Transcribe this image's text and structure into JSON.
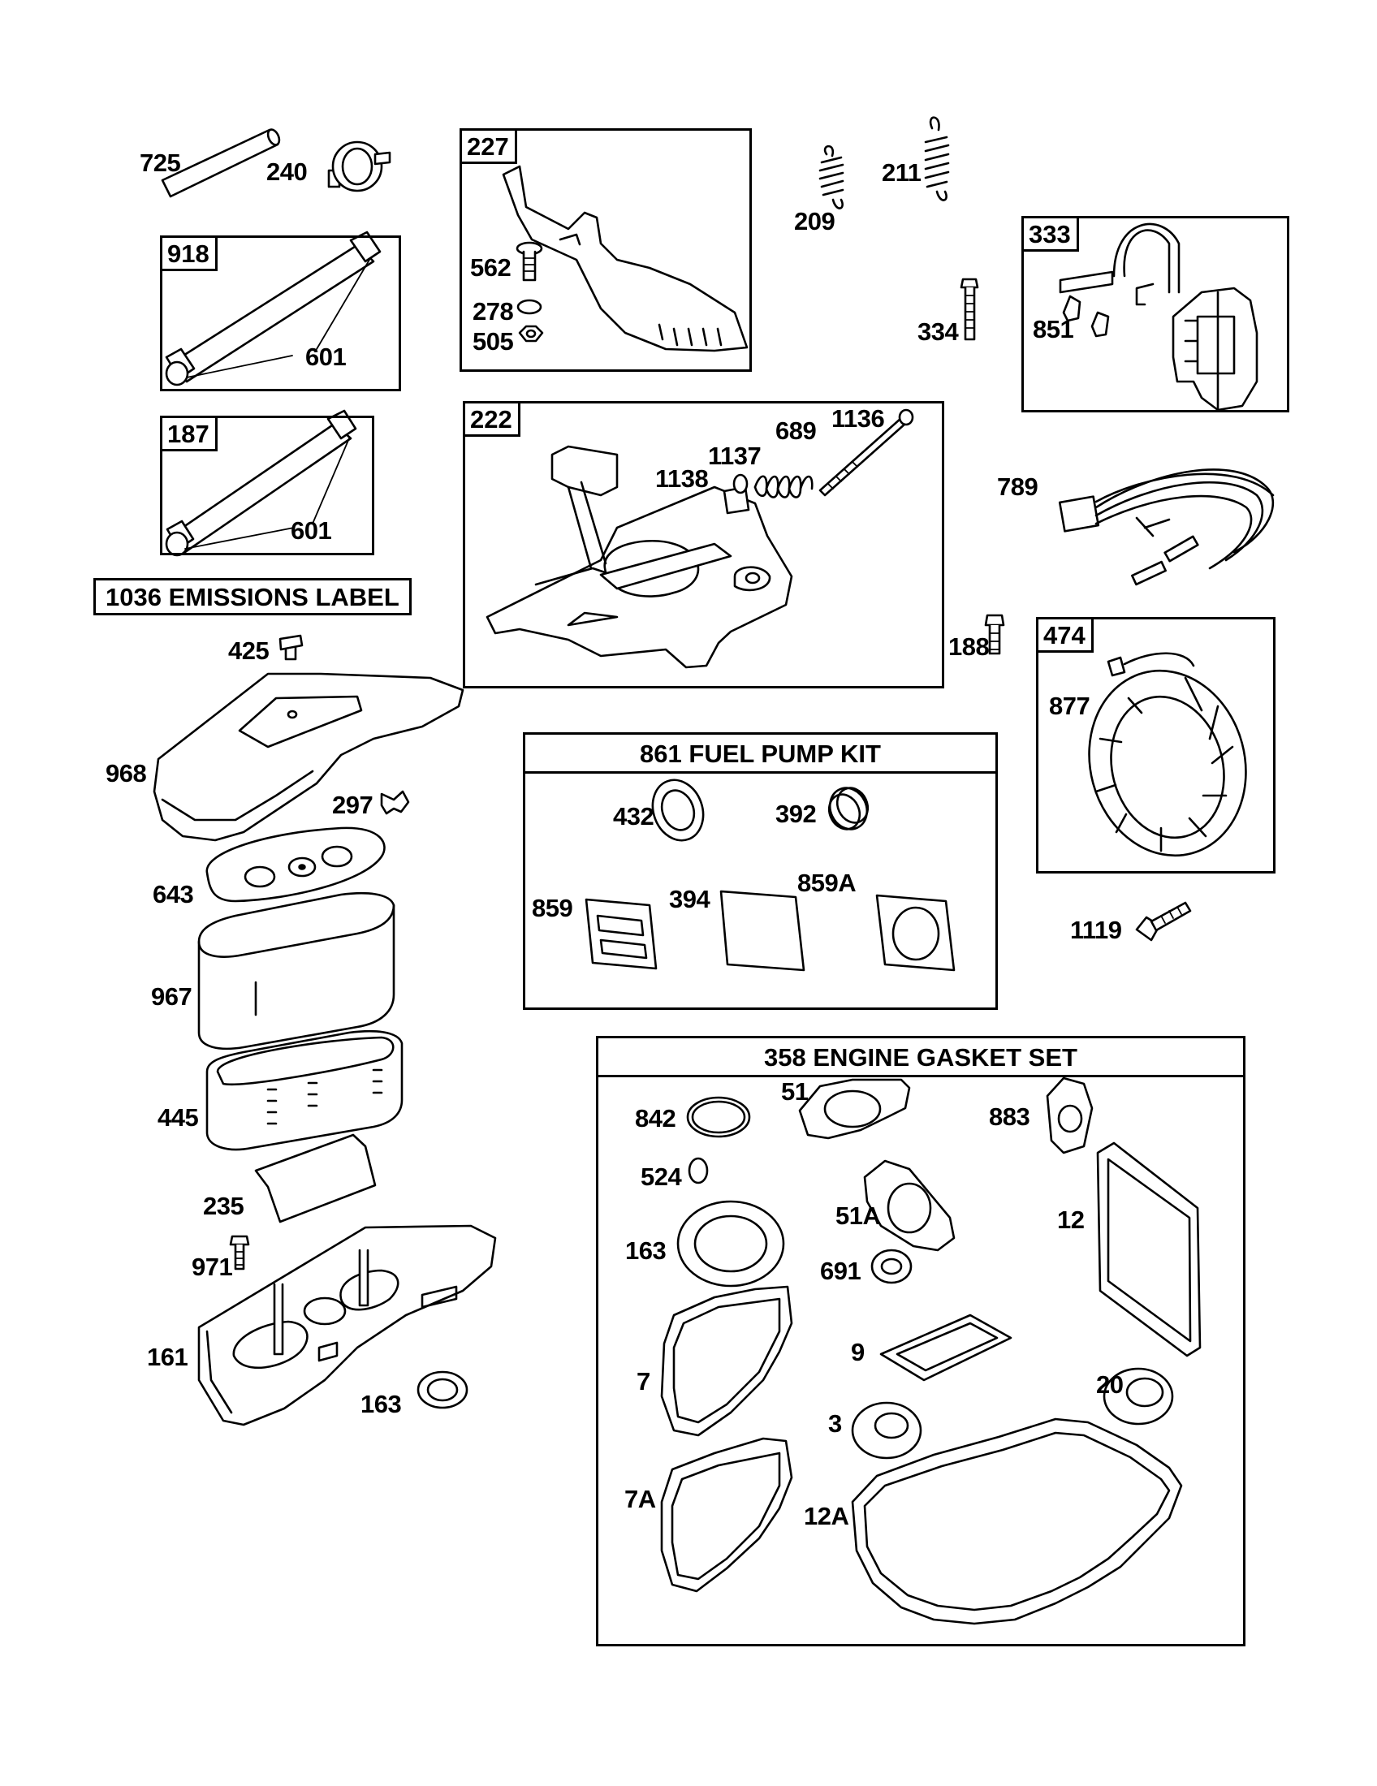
{
  "parts": {
    "p725": "725",
    "p240": "240",
    "p209": "209",
    "p211": "211",
    "p562": "562",
    "p278": "278",
    "p505": "505",
    "p334": "334",
    "p851": "851",
    "p601a": "601",
    "p601b": "601",
    "p1138": "1138",
    "p1137": "1137",
    "p689": "689",
    "p1136": "1136",
    "p789": "789",
    "p188": "188",
    "p877": "877",
    "p425": "425",
    "p968": "968",
    "p297": "297",
    "p643": "643",
    "p967": "967",
    "p445": "445",
    "p235": "235",
    "p971": "971",
    "p161": "161",
    "p163b": "163",
    "p432": "432",
    "p392": "392",
    "p859": "859",
    "p394": "394",
    "p859a": "859A",
    "p1119": "1119",
    "p842": "842",
    "p51": "51",
    "p883": "883",
    "p524": "524",
    "p51a": "51A",
    "p12": "12",
    "p163": "163",
    "p691": "691",
    "p9": "9",
    "p7": "7",
    "p20": "20",
    "p3": "3",
    "p7a": "7A",
    "p12a": "12A"
  },
  "boxes": {
    "b227": "227",
    "b333": "333",
    "b918": "918",
    "b187": "187",
    "b222": "222",
    "b474": "474"
  },
  "kits": {
    "fuel_pump": "861 FUEL PUMP KIT",
    "gasket_set": "358 ENGINE GASKET SET"
  },
  "emissions_label": "1036 EMISSIONS LABEL"
}
